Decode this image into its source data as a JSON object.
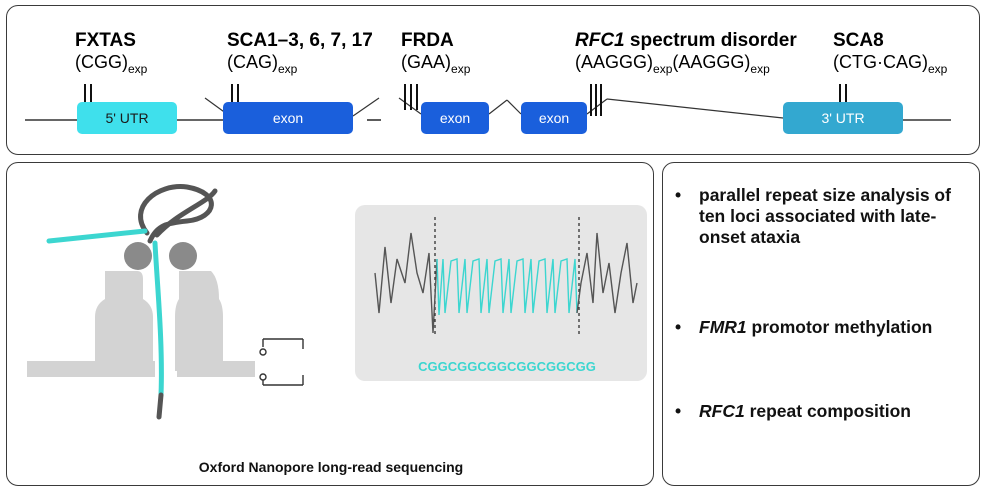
{
  "loci": [
    {
      "disease": "FXTAS",
      "disease_italic": "",
      "repeat": "(CGG)",
      "sub": "exp"
    },
    {
      "disease": "SCA1–3, 6, 7, 17",
      "disease_italic": "",
      "repeat": "(CAG)",
      "sub": "exp"
    },
    {
      "disease": "FRDA",
      "disease_italic": "",
      "repeat": "(GAA)",
      "sub": "exp"
    },
    {
      "disease": " spectrum disorder",
      "disease_italic": "RFC1",
      "repeat": "(AAGGG)",
      "sub": "exp",
      "repeat2": "(AAGGG)",
      "sub2": "exp"
    },
    {
      "disease": "SCA8",
      "disease_italic": "",
      "repeat": "(CTG·CAG)",
      "sub": "exp"
    }
  ],
  "gene_features": [
    {
      "label": "5' UTR",
      "color": "#3fe0ec"
    },
    {
      "label": "exon",
      "color": "#1a5fdc"
    },
    {
      "label": "exon",
      "color": "#1a5fdc"
    },
    {
      "label": "exon",
      "color": "#1a5fdc"
    },
    {
      "label": "3' UTR",
      "color": "#33a8d0"
    }
  ],
  "nanopore": {
    "read_sequence": "CGGCGGCGGCGGCGGCGG",
    "caption": "Oxford Nanopore long-read sequencing",
    "colors": {
      "strand": "#3cd6d0",
      "dna": "#555555",
      "protein": "#d3d3d3",
      "pore_head": "#8a8a8a",
      "signal_box": "#e6e6e6"
    }
  },
  "bullets": [
    {
      "italic": "",
      "text": "parallel repeat size analysis of ten loci associated with late-onset ataxia"
    },
    {
      "italic": "FMR1",
      "text": " promotor methylation"
    },
    {
      "italic": "RFC1",
      "text": " repeat composition"
    }
  ],
  "bullet_symbol": "•"
}
